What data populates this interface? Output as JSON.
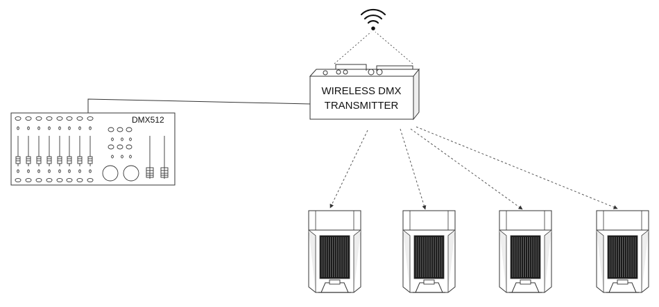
{
  "transmitter": {
    "label_line1": "WIRELESS DMX",
    "label_line2": "TRANSMITTER",
    "icon": "wifi-icon"
  },
  "controller": {
    "label": "DMX512"
  },
  "fixtures": [
    {
      "id": "fixture-1"
    },
    {
      "id": "fixture-2"
    },
    {
      "id": "fixture-3"
    },
    {
      "id": "fixture-4"
    }
  ],
  "colors": {
    "stroke": "#333333",
    "fill": "#ffffff",
    "dark": "#1a1a1a",
    "side": "#eeeeee"
  }
}
